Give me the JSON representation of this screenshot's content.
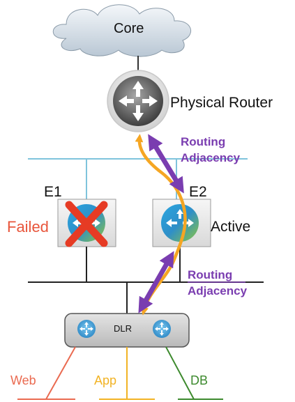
{
  "diagram": {
    "core": "Core",
    "router": "Physical Router",
    "edge1": "E1",
    "edge2": "E2",
    "failed": "Failed",
    "active": "Active",
    "routing_adjacency_top": [
      "Routing",
      "Adjacency"
    ],
    "routing_adjacency_bottom": [
      "Routing",
      "Adjacency"
    ],
    "dlr": "DLR",
    "segments": [
      "Web",
      "App",
      "DB"
    ]
  },
  "colors": {
    "failed": "#e8553b",
    "adjacency": "#7a3db0",
    "traffic_path": "#f5a623",
    "uplink": "#7fc4dc",
    "web": "#ea6a50",
    "app": "#f2b324",
    "db": "#3d8a2e"
  },
  "icons": [
    "cloud-icon",
    "router-icon",
    "edge-router-icon",
    "x-mark-icon",
    "dlr-router-icon"
  ]
}
